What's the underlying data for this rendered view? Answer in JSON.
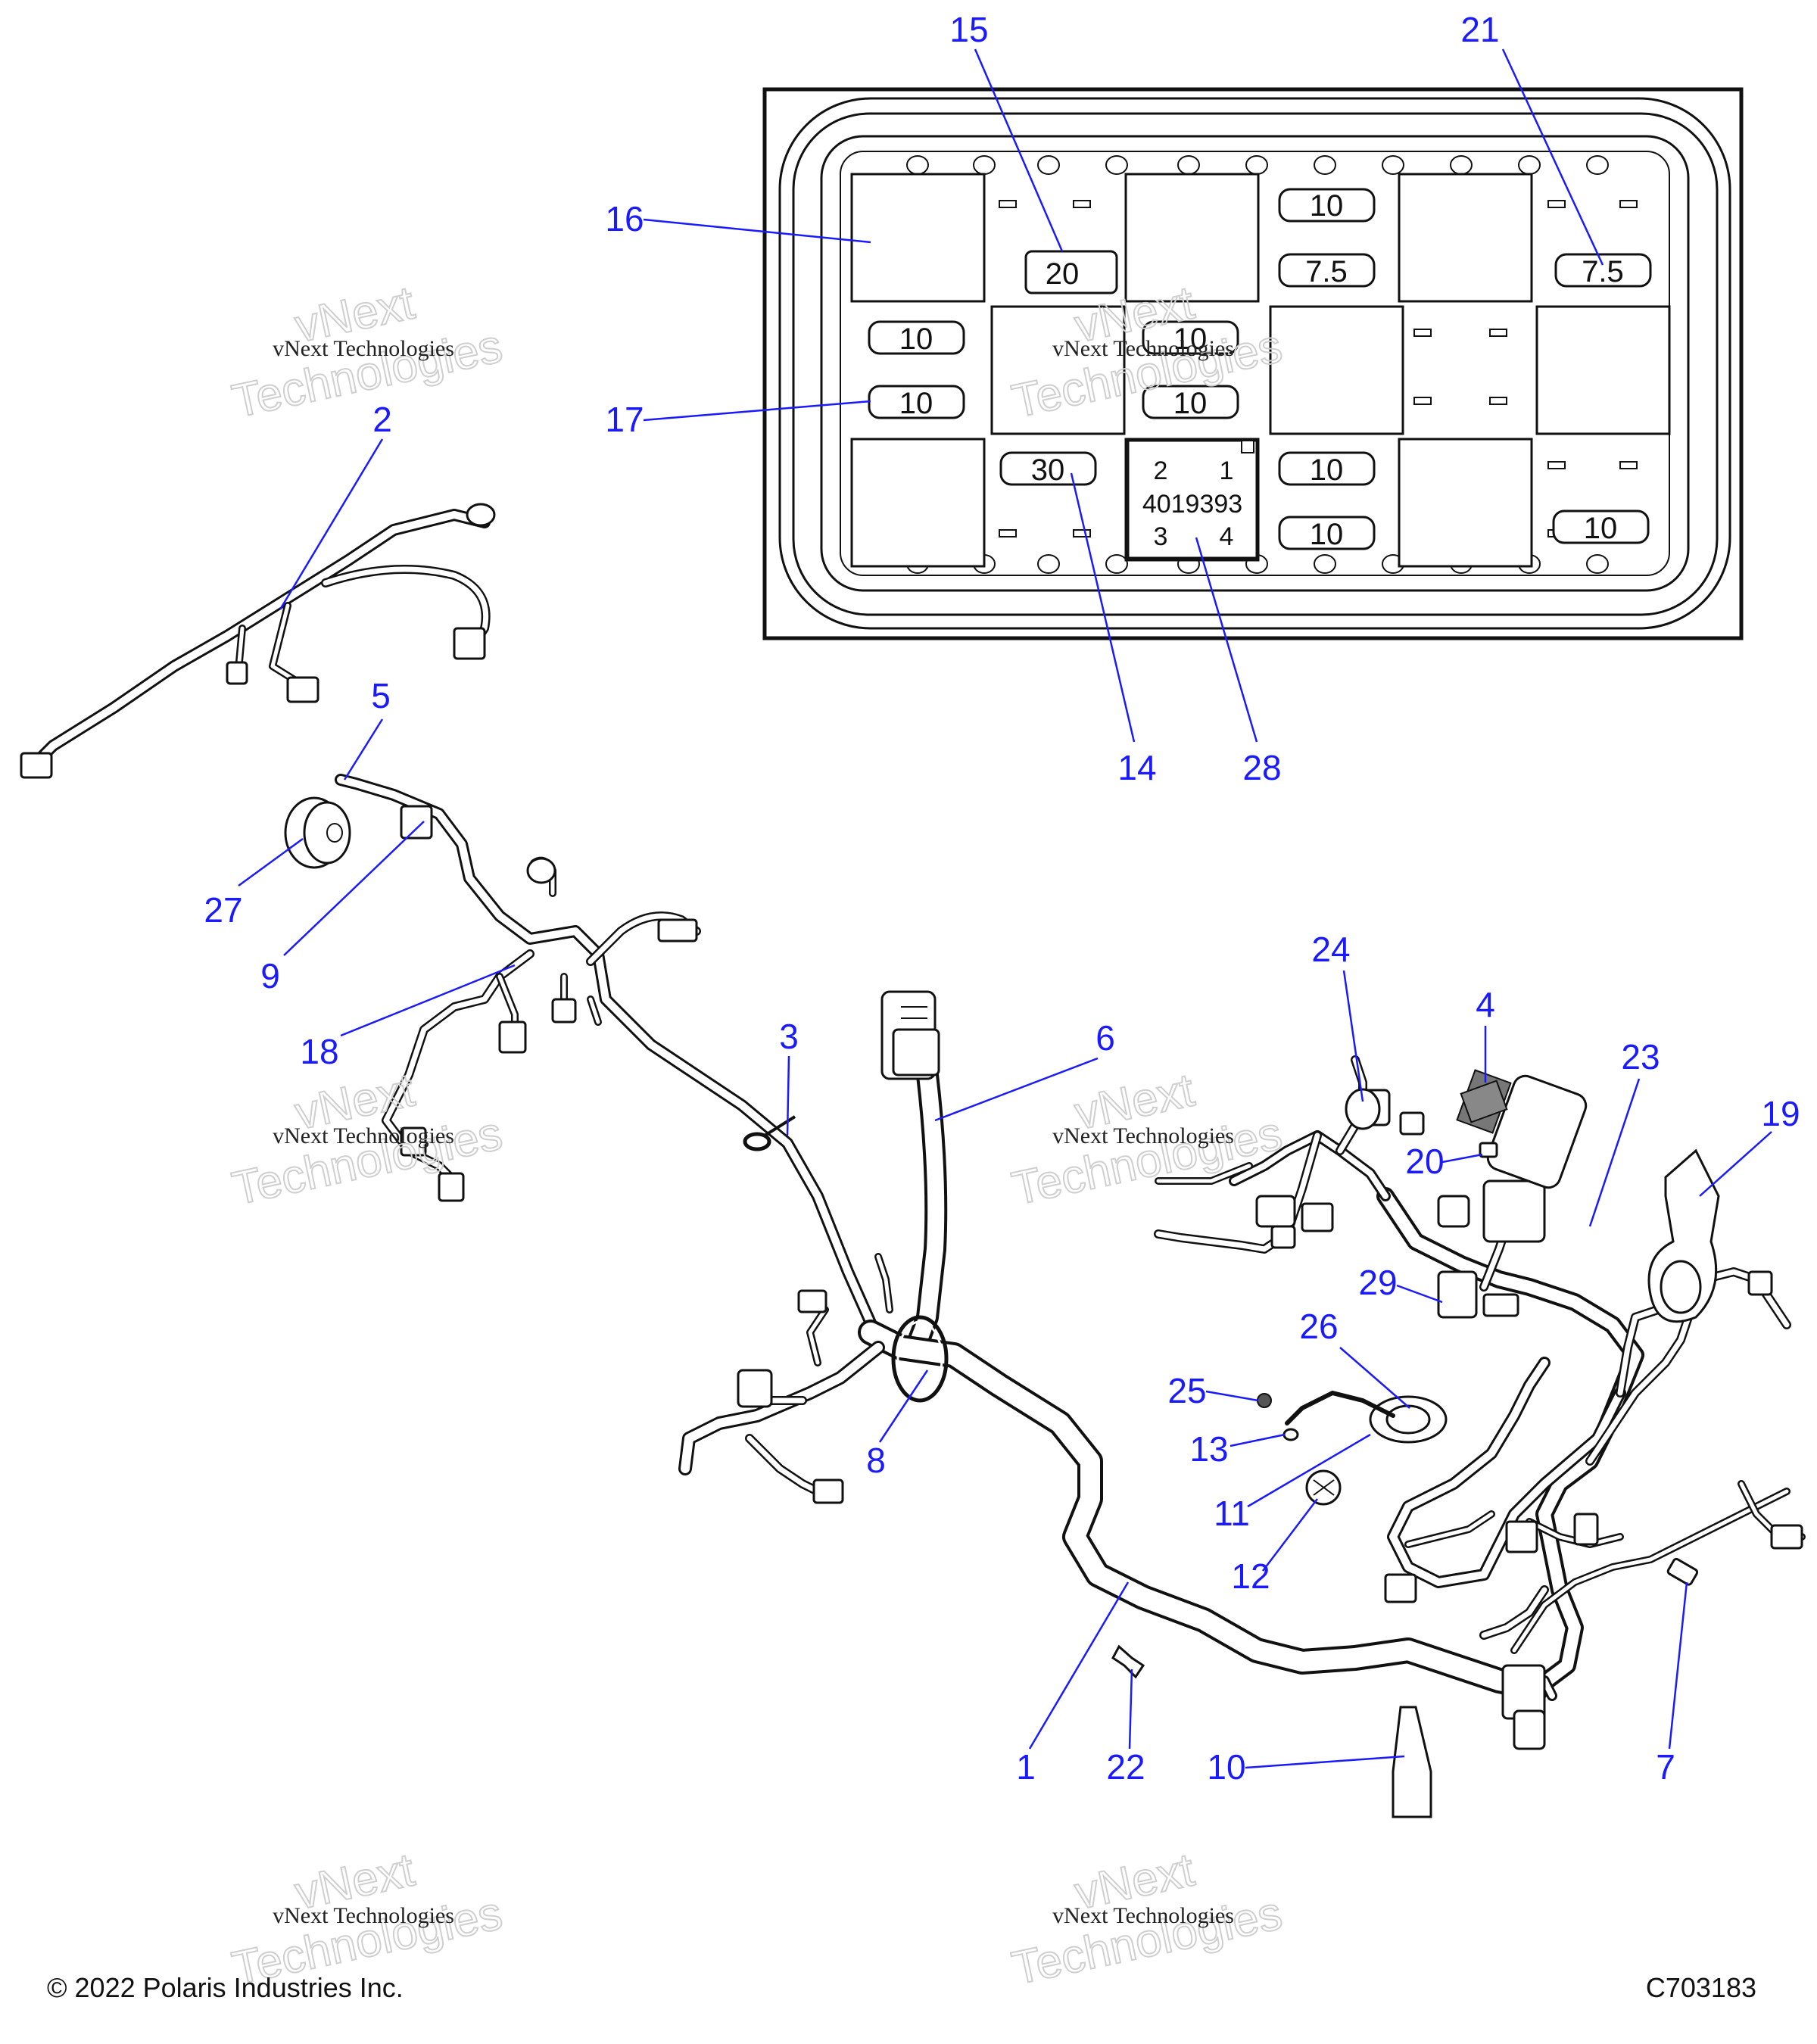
{
  "fuse_box": {
    "fuses": [
      {
        "id": "f10-top",
        "label": "10"
      },
      {
        "id": "f20",
        "label": "20"
      },
      {
        "id": "f75-mid",
        "label": "7.5"
      },
      {
        "id": "f75-right",
        "label": "7.5"
      },
      {
        "id": "f10-l1",
        "label": "10"
      },
      {
        "id": "f10-c1",
        "label": "10"
      },
      {
        "id": "f10-l2",
        "label": "10"
      },
      {
        "id": "f10-c2",
        "label": "10"
      },
      {
        "id": "f30",
        "label": "30"
      },
      {
        "id": "f10-r1",
        "label": "10"
      },
      {
        "id": "f10-r2",
        "label": "10"
      },
      {
        "id": "f10-rr",
        "label": "10"
      }
    ],
    "relay": {
      "pin2": "2",
      "pin1": "1",
      "part_no": "4019393",
      "pin3": "3",
      "pin4": "4"
    }
  },
  "callouts": [
    "1",
    "2",
    "3",
    "4",
    "5",
    "6",
    "7",
    "8",
    "9",
    "10",
    "11",
    "12",
    "13",
    "14",
    "15",
    "16",
    "17",
    "18",
    "19",
    "20",
    "21",
    "22",
    "23",
    "24",
    "25",
    "26",
    "27",
    "28",
    "29"
  ],
  "watermarks": {
    "small": "vNext Technologies",
    "top": "vNext",
    "bottom": "Technologies"
  },
  "footer": {
    "copyright": "© 2022 Polaris Industries Inc.",
    "figure_id": "C703183"
  }
}
